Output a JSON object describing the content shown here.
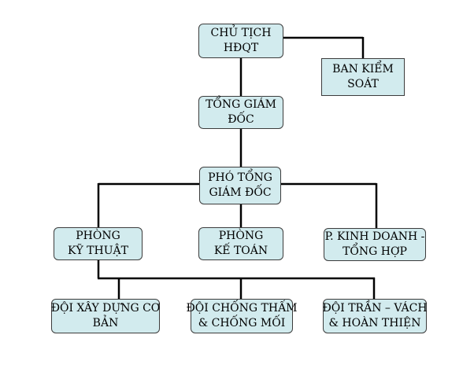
{
  "org_chart": {
    "chairman": {
      "line1": "CHỦ TỊCH",
      "line2": "HĐQT"
    },
    "supervisory_board": {
      "line1": "BAN KIỂM",
      "line2": "SOÁT"
    },
    "general_director": {
      "line1": "TỔNG GIÁM",
      "line2": "ĐỐC"
    },
    "deputy_general_director": {
      "line1": "PHÓ TỔNG",
      "line2": "GIÁM ĐỐC"
    },
    "technical_department": {
      "line1": "PHÒNG",
      "line2": "KỸ THUẬT"
    },
    "accounting_department": {
      "line1": "PHÒNG",
      "line2": "KẾ TOÁN"
    },
    "business_department": {
      "line1": "P. KINH DOANH -",
      "line2": "TỔNG HỢP"
    },
    "team_basic_construction": {
      "line1": "ĐỘI XÂY DỰNG CƠ",
      "line2": "BẢN"
    },
    "team_waterproofing": {
      "line1": "ĐỘI CHỐNG THẤM",
      "line2": "& CHỐNG MỐI"
    },
    "team_ceiling_wall": {
      "line1": "ĐỘI TRẦN – VÁCH",
      "line2": "& HOÀN THIỆN"
    }
  },
  "colors": {
    "box_fill": "#d2ebee",
    "box_border": "#3c3c3c",
    "connector": "#000000"
  }
}
